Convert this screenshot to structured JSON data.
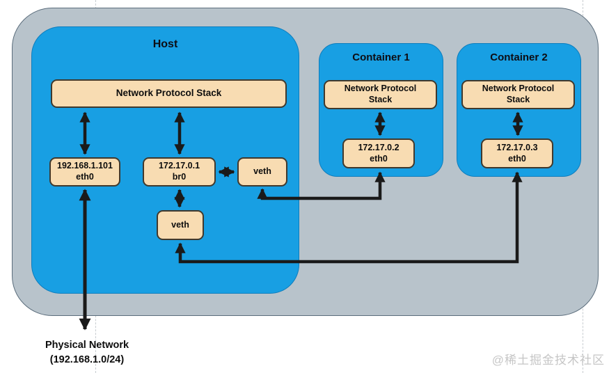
{
  "diagram": {
    "host": {
      "title": "Host",
      "nps_label": "Network Protocol Stack",
      "eth0": {
        "line1": "192.168.1.101",
        "line2": "eth0"
      },
      "br0": {
        "line1": "172.17.0.1",
        "line2": "br0"
      },
      "veth_right_label": "veth",
      "veth_lower_label": "veth"
    },
    "containers": [
      {
        "title": "Container 1",
        "nps_label": "Network Protocol Stack",
        "ip": "172.17.0.2",
        "iface": "eth0"
      },
      {
        "title": "Container 2",
        "nps_label": "Network Protocol Stack",
        "ip": "172.17.0.3",
        "iface": "eth0"
      }
    ],
    "physical_network": {
      "line1": "Physical Network",
      "line2": "(192.168.1.0/24)"
    },
    "watermark": "@稀土掘金技术社区",
    "colors": {
      "host_fill": "#189fe3",
      "boundary_fill": "#b8c3cb",
      "boundary_stroke": "#5a6c7b",
      "node_fill": "#f8dcb2",
      "node_stroke": "#41392d",
      "arrow": "#1a1a1a",
      "watermark_gray": "#c6c6c6"
    }
  }
}
